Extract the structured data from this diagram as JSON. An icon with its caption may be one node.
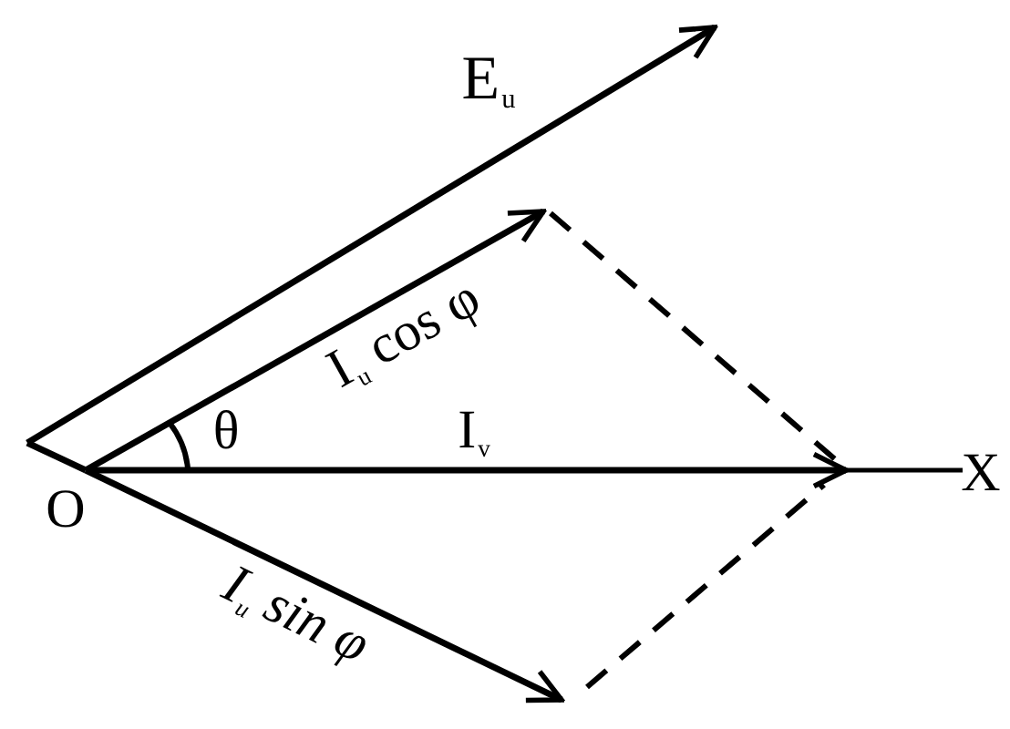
{
  "diagram": {
    "labels": [
      "E$_{u}$",
      "I$_{u}$ cos φ",
      "θ",
      "I$_{v}$",
      "X",
      "O",
      "I$_{u}$ sin φ"
    ]
  }
}
